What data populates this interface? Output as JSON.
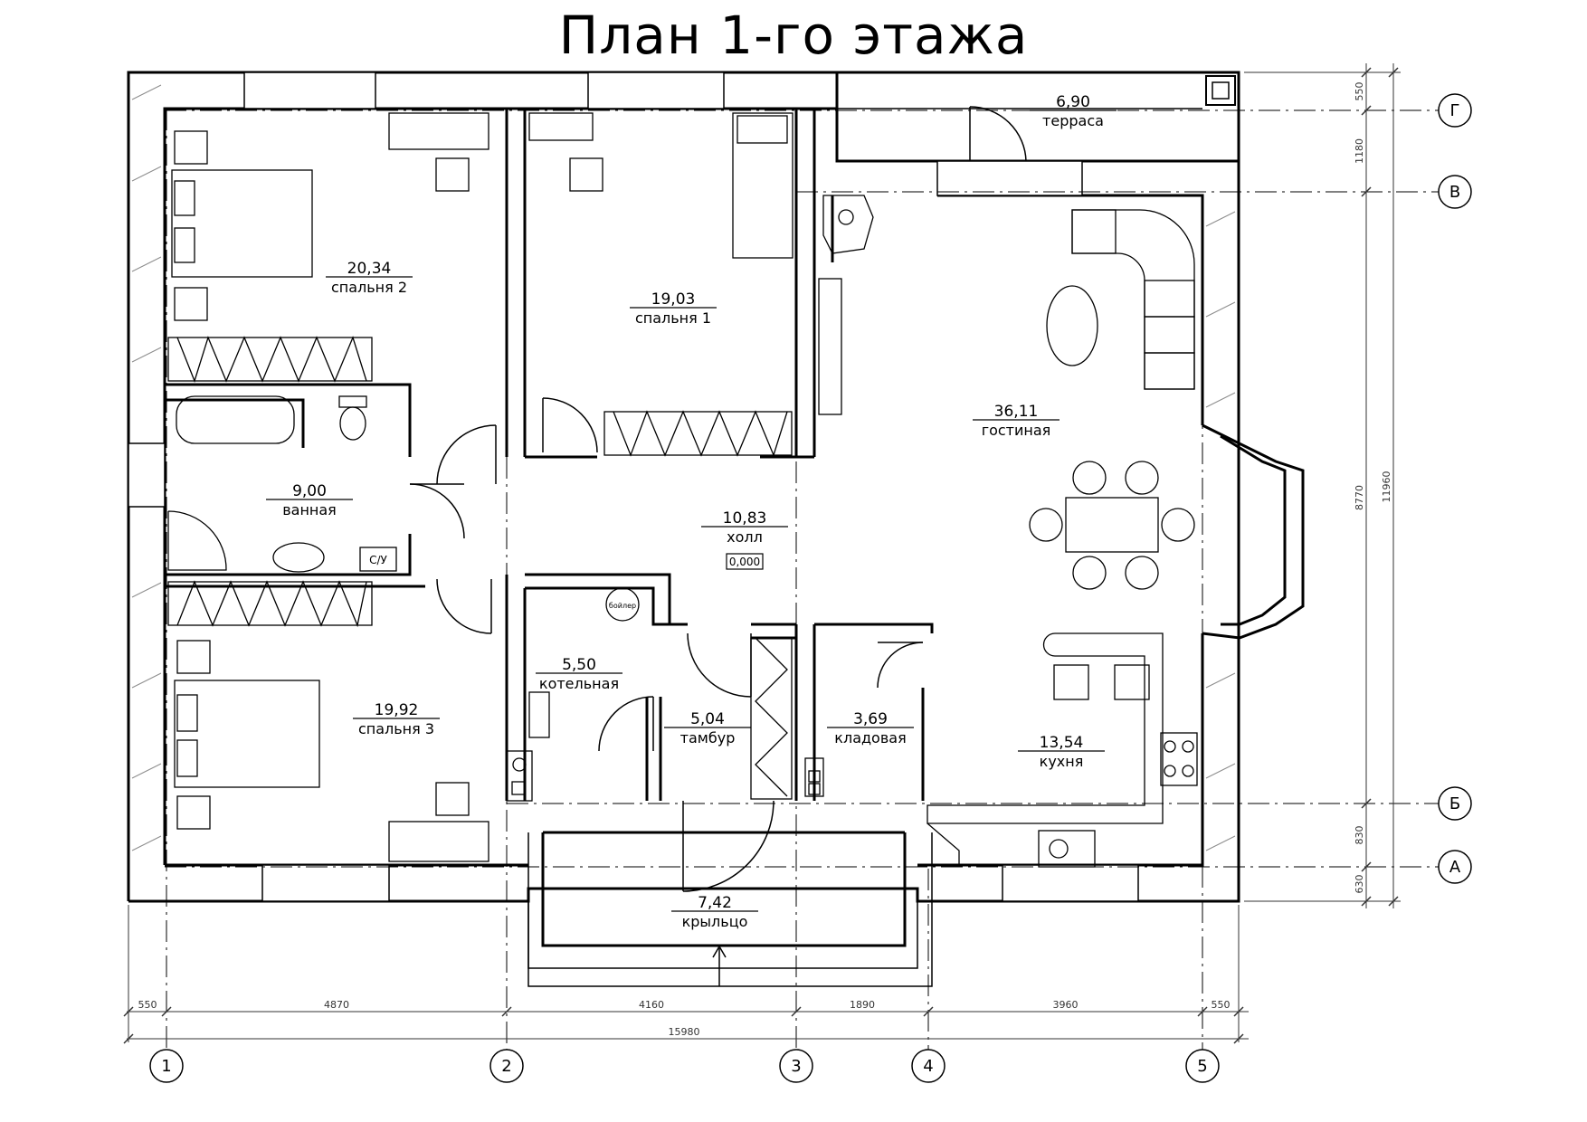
{
  "title": "План 1-го этажа",
  "rooms": [
    {
      "id": "bedroom2",
      "area": "20,34",
      "name": "спальня 2"
    },
    {
      "id": "bedroom1",
      "area": "19,03",
      "name": "спальня 1"
    },
    {
      "id": "bathroom",
      "area": "9,00",
      "name": "ванная"
    },
    {
      "id": "hall",
      "area": "10,83",
      "name": "холл"
    },
    {
      "id": "bedroom3",
      "area": "19,92",
      "name": "спальня 3"
    },
    {
      "id": "boiler_room",
      "area": "5,50",
      "name": "котельная"
    },
    {
      "id": "vestibule",
      "area": "5,04",
      "name": "тамбур"
    },
    {
      "id": "pantry",
      "area": "3,69",
      "name": "кладовая"
    },
    {
      "id": "living_room",
      "area": "36,11",
      "name": "гостиная"
    },
    {
      "id": "kitchen",
      "area": "13,54",
      "name": "кухня"
    },
    {
      "id": "terrace",
      "area": "6,90",
      "name": "терраса"
    },
    {
      "id": "porch",
      "area": "7,42",
      "name": "крыльцо"
    }
  ],
  "level_mark": "0,000",
  "fixture_labels": {
    "toilet_stack": "С/У",
    "boiler": "бойлер"
  },
  "dimensions_bottom": [
    "550",
    "4870",
    "4160",
    "1890",
    "3960",
    "550"
  ],
  "dimension_total_bottom": "15980",
  "dimensions_right": [
    "550",
    "1180",
    "8770",
    "830",
    "630"
  ],
  "dimension_total_right": "11960",
  "axes_numbers": [
    "1",
    "2",
    "3",
    "4",
    "5"
  ],
  "axes_letters": [
    "Г",
    "В",
    "Б",
    "А"
  ],
  "colors": {
    "wall": "#000000",
    "line": "#000000",
    "dim": "#333333",
    "background": "#ffffff"
  }
}
